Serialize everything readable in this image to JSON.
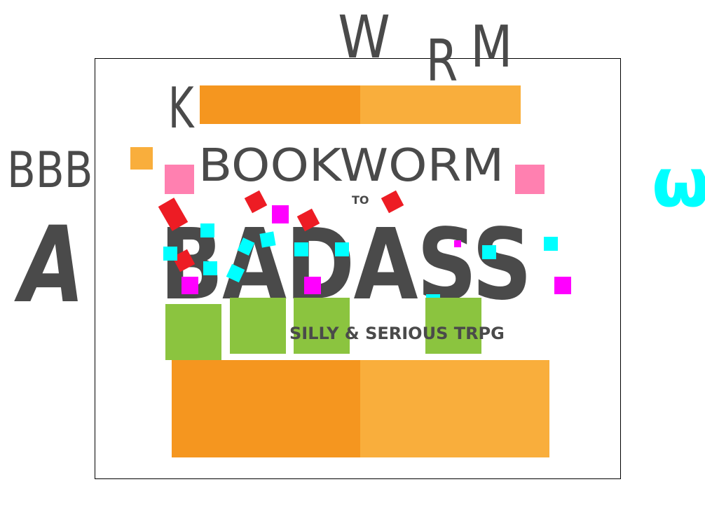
{
  "colors": {
    "gray": "#4a4a4a",
    "orange_dark": "#f5961f",
    "orange_light": "#f9ae3c",
    "green": "#8bc43f",
    "pink": "#ff80b0",
    "red": "#ed1c24",
    "cyan": "#00ffff",
    "magenta": "#ff00ff"
  },
  "glyphs": {
    "w": "W",
    "r": "R",
    "m": "M",
    "k": "K",
    "bbb": "BBB",
    "a": "A",
    "cyan_w": "ω"
  },
  "logo": {
    "line1": "BOOKWORM",
    "connector": "TO",
    "line2": "BADASS",
    "tagline": "SILLY & SERIOUS TRPG"
  }
}
